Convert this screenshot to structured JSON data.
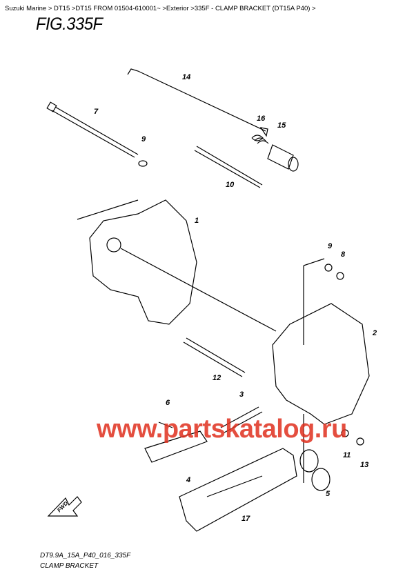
{
  "breadcrumb": "Suzuki Marine > DT15 >DT15 FROM 01504-610001~ >Exterior >335F - CLAMP BRACKET (DT15A P40) >",
  "figure_title": "FIG.335F",
  "watermark": "www.partskatalog.ru",
  "fwd_label": "FWD",
  "drawing_code": "DT9.9A_15A_P40_016_335F",
  "caption": "CLAMP BRACKET",
  "callouts": [
    "14",
    "7",
    "9",
    "16",
    "15",
    "10",
    "1",
    "9",
    "8",
    "2",
    "12",
    "6",
    "3",
    "4",
    "5",
    "11",
    "13",
    "17"
  ]
}
